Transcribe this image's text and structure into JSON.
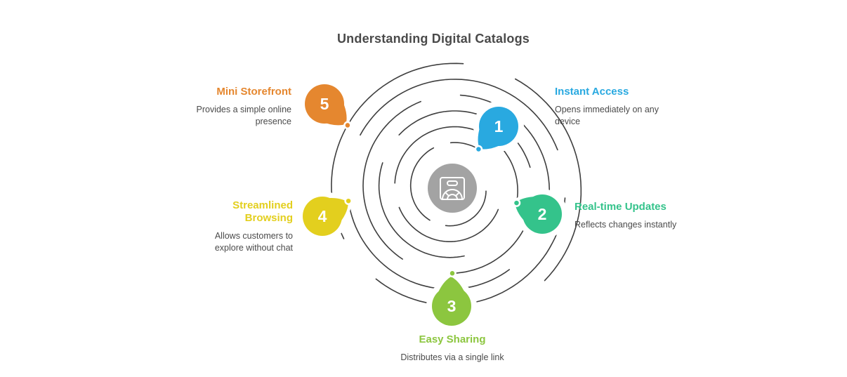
{
  "title": "Understanding Digital Catalogs",
  "items": [
    {
      "number": "1",
      "label": "Instant Access",
      "description": "Opens immediately on any device",
      "color": "#29A9E0"
    },
    {
      "number": "2",
      "label": "Real-time Updates",
      "description": "Reflects changes instantly",
      "color": "#34C38B"
    },
    {
      "number": "3",
      "label": "Easy Sharing",
      "description": "Distributes via a single link",
      "color": "#8CC63F"
    },
    {
      "number": "4",
      "label": "Streamlined Browsing",
      "description": "Allows customers to explore without chat",
      "color": "#E3CF1E"
    },
    {
      "number": "5",
      "label": "Mini Storefront",
      "description": "Provides a simple online presence",
      "color": "#E5872F"
    }
  ],
  "center": {
    "icon": "catalog-bag-gauge-icon",
    "circle_color": "#A3A3A3"
  },
  "colors": {
    "spiral_line": "#3E3E3E",
    "body_text": "#4A4A4A",
    "background": "#FFFFFF"
  }
}
